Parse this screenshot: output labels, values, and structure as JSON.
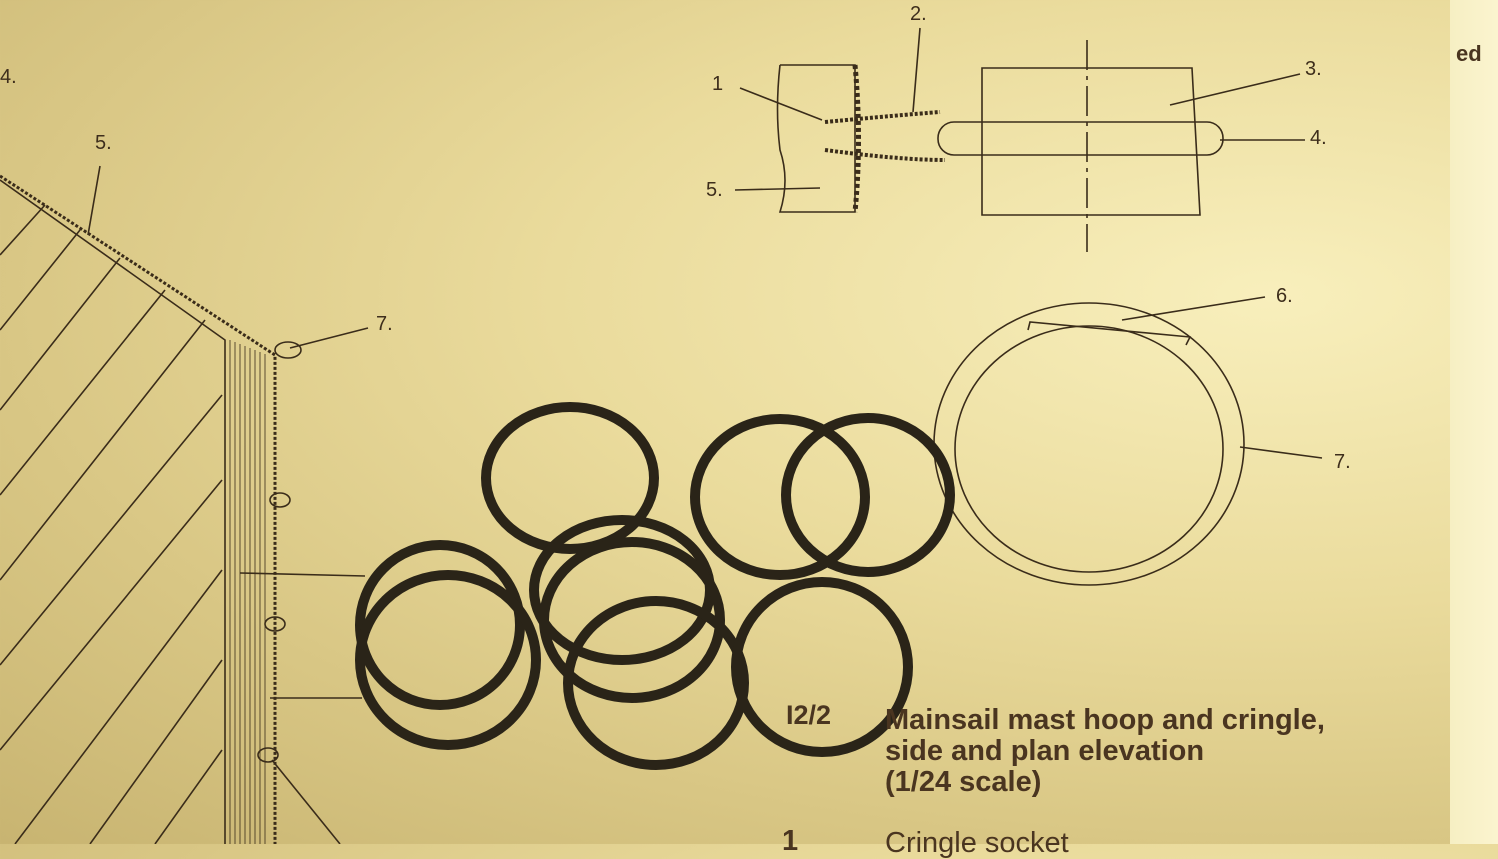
{
  "drawing_labels": {
    "left_4": "4.",
    "left_5": "5.",
    "left_7": "7.",
    "side_1": "1",
    "side_2": "2.",
    "side_3": "3.",
    "side_4": "4.",
    "side_5": "5.",
    "plan_6": "6.",
    "plan_7": "7."
  },
  "edge_text": "ed",
  "figure": {
    "number": "I2/2",
    "title_line1": "Mainsail mast hoop and cringle,",
    "title_line2": "side and plan elevation",
    "title_line3": "(1/24 scale)"
  },
  "legend": [
    {
      "number": "1",
      "text": "Cringle socket"
    }
  ],
  "colors": {
    "paper": "#f4eab0",
    "ink": "#4a3520",
    "ring": "#2a2418"
  }
}
